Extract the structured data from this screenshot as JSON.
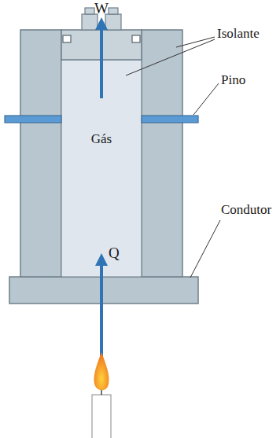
{
  "diagram": {
    "nodes": [
      {
        "text": [
          "Gás"
        ]
      }
    ],
    "labels": [
      "W",
      "Isolante",
      "Pino",
      "Q",
      "Condutor"
    ]
  }
}
